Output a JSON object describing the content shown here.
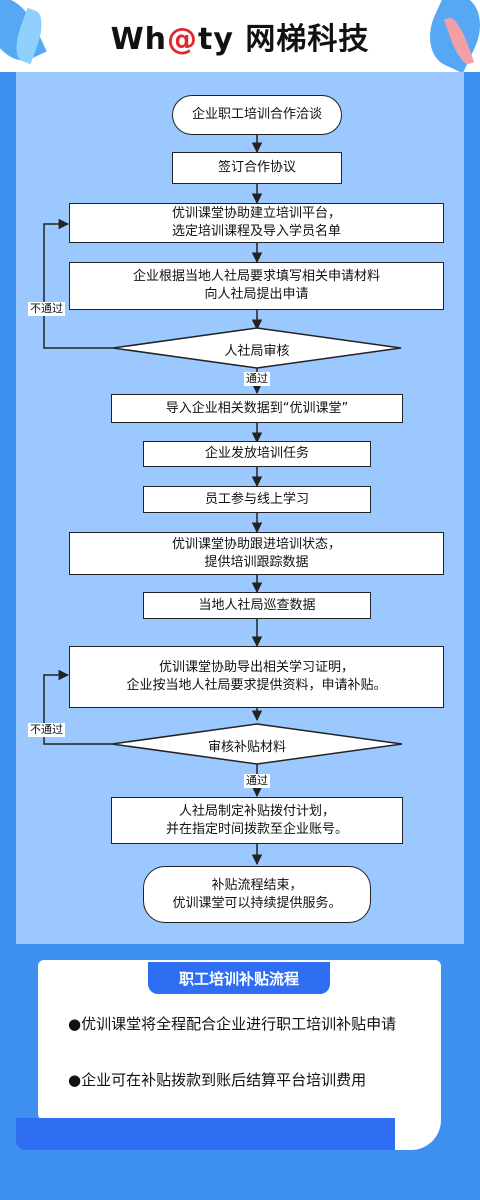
{
  "brand": {
    "logo_prefix": "Wh",
    "logo_at": "@",
    "logo_suffix": "ty",
    "logo_cn": "网梯科技"
  },
  "flow": {
    "nodes": [
      "企业职工培训合作洽谈",
      "签订合作协议",
      "优训课堂协助建立培训平台，\n选定培训课程及导入学员名单",
      "企业根据当地人社局要求填写相关申请材料\n向人社局提出申请",
      "导入企业相关数据到“优训课堂”",
      "企业发放培训任务",
      "员工参与线上学习",
      "优训课堂协助跟进培训状态，\n提供培训跟踪数据",
      "当地人社局巡查数据",
      "优训课堂协助导出相关学习证明，\n企业按当地人社局要求提供资料，申请补贴。",
      "人社局制定补贴拨付计划，\n并在指定时间拨款至企业账号。",
      "补贴流程结束，\n优训课堂可以持续提供服务。"
    ],
    "decision1": "人社局审核",
    "decision2": "审核补贴材料",
    "pass_label": "通过",
    "fail_label": "不通过"
  },
  "summary": {
    "title": "职工培训补贴流程",
    "bullets": [
      "●优训课堂将全程配合企业进行职工培训补贴申请",
      "●企业可在补贴拨款到账后结算平台培训费用"
    ]
  },
  "colors": {
    "background": "#3d8ff0",
    "panel": "#9bc9ff",
    "accent": "#2f6df3",
    "logo_at": "#e4262e"
  }
}
